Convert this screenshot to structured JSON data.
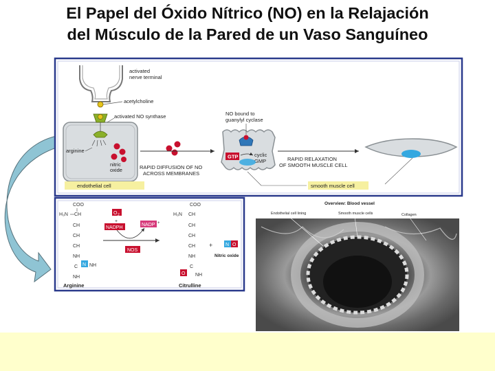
{
  "title": {
    "line1": "El Papel del Óxido Nítrico (NO) en la Relajación",
    "line2": "del Músculo de la Pared de un Vaso Sanguíneo"
  },
  "pathway": {
    "activated_nerve_terminal_1": "activated",
    "activated_nerve_terminal_2": "nerve terminal",
    "acetylcholine": "acetylcholine",
    "activated_no_synthase": "activated NO synthase",
    "arginine": "arginine",
    "nitric_oxide_1": "nitric",
    "nitric_oxide_2": "oxide",
    "rapid_diffusion_1": "RAPID DIFFUSION OF NO",
    "rapid_diffusion_2": "ACROSS MEMBRANES",
    "no_bound_1": "NO bound to",
    "no_bound_2": "guanylyl cyclase",
    "gtp": "GTP",
    "cyclic_gmp_1": "cyclic",
    "cyclic_gmp_2": "GMP",
    "rapid_relaxation_1": "RAPID RELAXATION",
    "rapid_relaxation_2": "OF SMOOTH MUSCLE CELL",
    "endothelial_cell": "endothelial cell",
    "smooth_muscle_cell": "smooth muscle cell"
  },
  "reaction": {
    "o2": "O",
    "o2_sub": "2",
    "nadph": "NADPH",
    "nadp": "NADP",
    "nadp_sup": "+",
    "nos": "NOS",
    "plus": "+",
    "coo_minus": "COO",
    "ch": "CH",
    "ch2": "CH",
    "nh": "NH",
    "h3n": "H₃N",
    "c": "C",
    "nh2": "NH",
    "n_box": "N",
    "o_box": "O",
    "no_n": "N",
    "no_o": "O",
    "nitric_oxide": "Nitric oxide",
    "arginine": "Arginine",
    "citrulline": "Citrulline"
  },
  "micrograph": {
    "overview": "Overview: Blood vessel",
    "endothelial_lining": "Endothelial cell lining",
    "smooth_muscle_cells": "Smooth muscle cells",
    "collagen": "Collagen"
  },
  "colors": {
    "frame_blue": "#2a3a8c",
    "cell_fill": "#d9dde0",
    "yellow_label": "#f6f0a0",
    "red_no": "#c8102e",
    "footer": "#ffffcc",
    "arrow_fill": "#8fc4d4"
  }
}
